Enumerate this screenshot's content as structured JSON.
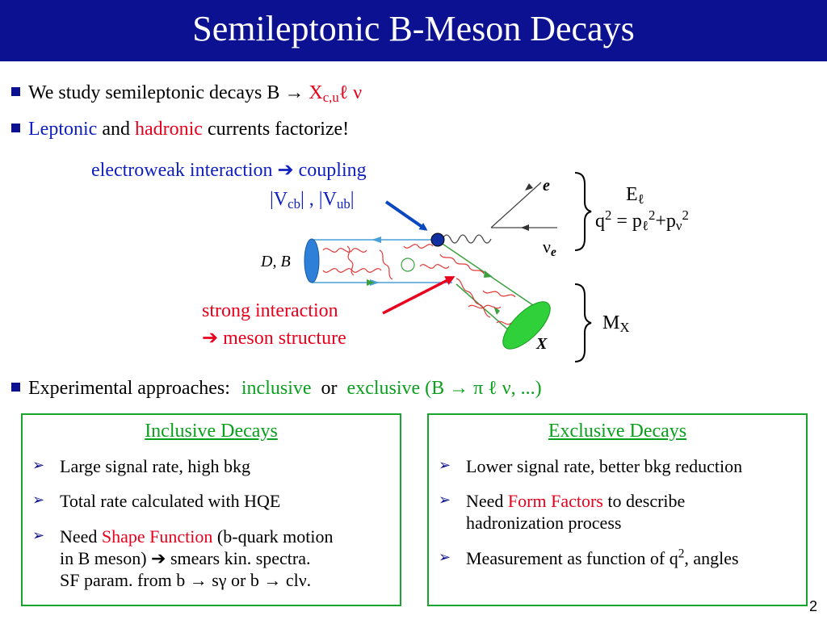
{
  "title": "Semileptonic B-Meson Decays",
  "bullets": {
    "b1_text": "We study semileptonic decays  B →",
    "b1_x": "X",
    "b1_sub": "c,u",
    "b1_tail": "ℓ ν",
    "b2_leptonic": "Leptonic",
    "b2_and": " and ",
    "b2_hadronic": "hadronic",
    "b2_tail": " currents factorize!",
    "b3_text": "Experimental approaches:",
    "b3_inclusive": "inclusive",
    "b3_or": "or",
    "b3_exclusive": "exclusive (B → π ℓ ν, ...)"
  },
  "annotations": {
    "ew_line1": "electroweak interaction ➔ coupling",
    "vcb_open": "|V",
    "vcb_sub": "cb",
    "vcb_close": "| , |V",
    "vub_sub": "ub",
    "vub_close": "|",
    "strong_line1": "strong interaction",
    "strong_line2": "➔ meson structure"
  },
  "figure": {
    "meson_label": "D, B",
    "lepton_label": "e",
    "neutrino_label": "ν",
    "neutrino_sub": "e",
    "hadron_label": "X",
    "el_label": "E",
    "el_sub": "ℓ",
    "q2_a": "q",
    "q2_sup": "2",
    "q2_b": " = p",
    "q2_sub1": "ℓ",
    "q2_sup2": "2",
    "q2_c": "+p",
    "q2_sub2": "ν",
    "q2_sup3": "2",
    "mx": "M",
    "mx_sub": "X"
  },
  "inclusive": {
    "heading": "Inclusive Decays",
    "item1": "Large signal rate, high bkg",
    "item2": "Total rate calculated with HQE",
    "item3_a": "Need ",
    "item3_red": "Shape Function",
    "item3_b": " (b-quark motion",
    "item3_line2": "in B meson)  ➔ smears kin. spectra.",
    "item3_line3": "SF param. from  b → sγ  or  b → clν."
  },
  "exclusive": {
    "heading": "Exclusive Decays",
    "item1": "Lower signal rate, better bkg reduction",
    "item2_a": "Need ",
    "item2_red": "Form Factors",
    "item2_b": " to describe",
    "item2_line2": "hadronization process",
    "item3_a": "Measurement as function of q",
    "item3_sup": "2",
    "item3_b": ", angles"
  },
  "bullet_marker": "➢",
  "page_number": "2"
}
